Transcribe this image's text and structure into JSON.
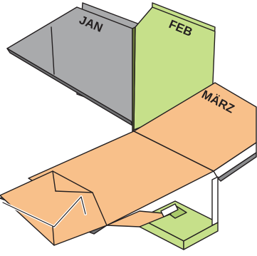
{
  "diagram": {
    "labels": {
      "jan": "JAN",
      "feb": "FEB",
      "maerz": "MÄRZ"
    },
    "colors": {
      "jan_panel": "#a9aaac",
      "feb_panel": "#c6e08a",
      "maerz_panel": "#f8c08a",
      "outline": "#231f20",
      "background": "#ffffff"
    }
  }
}
